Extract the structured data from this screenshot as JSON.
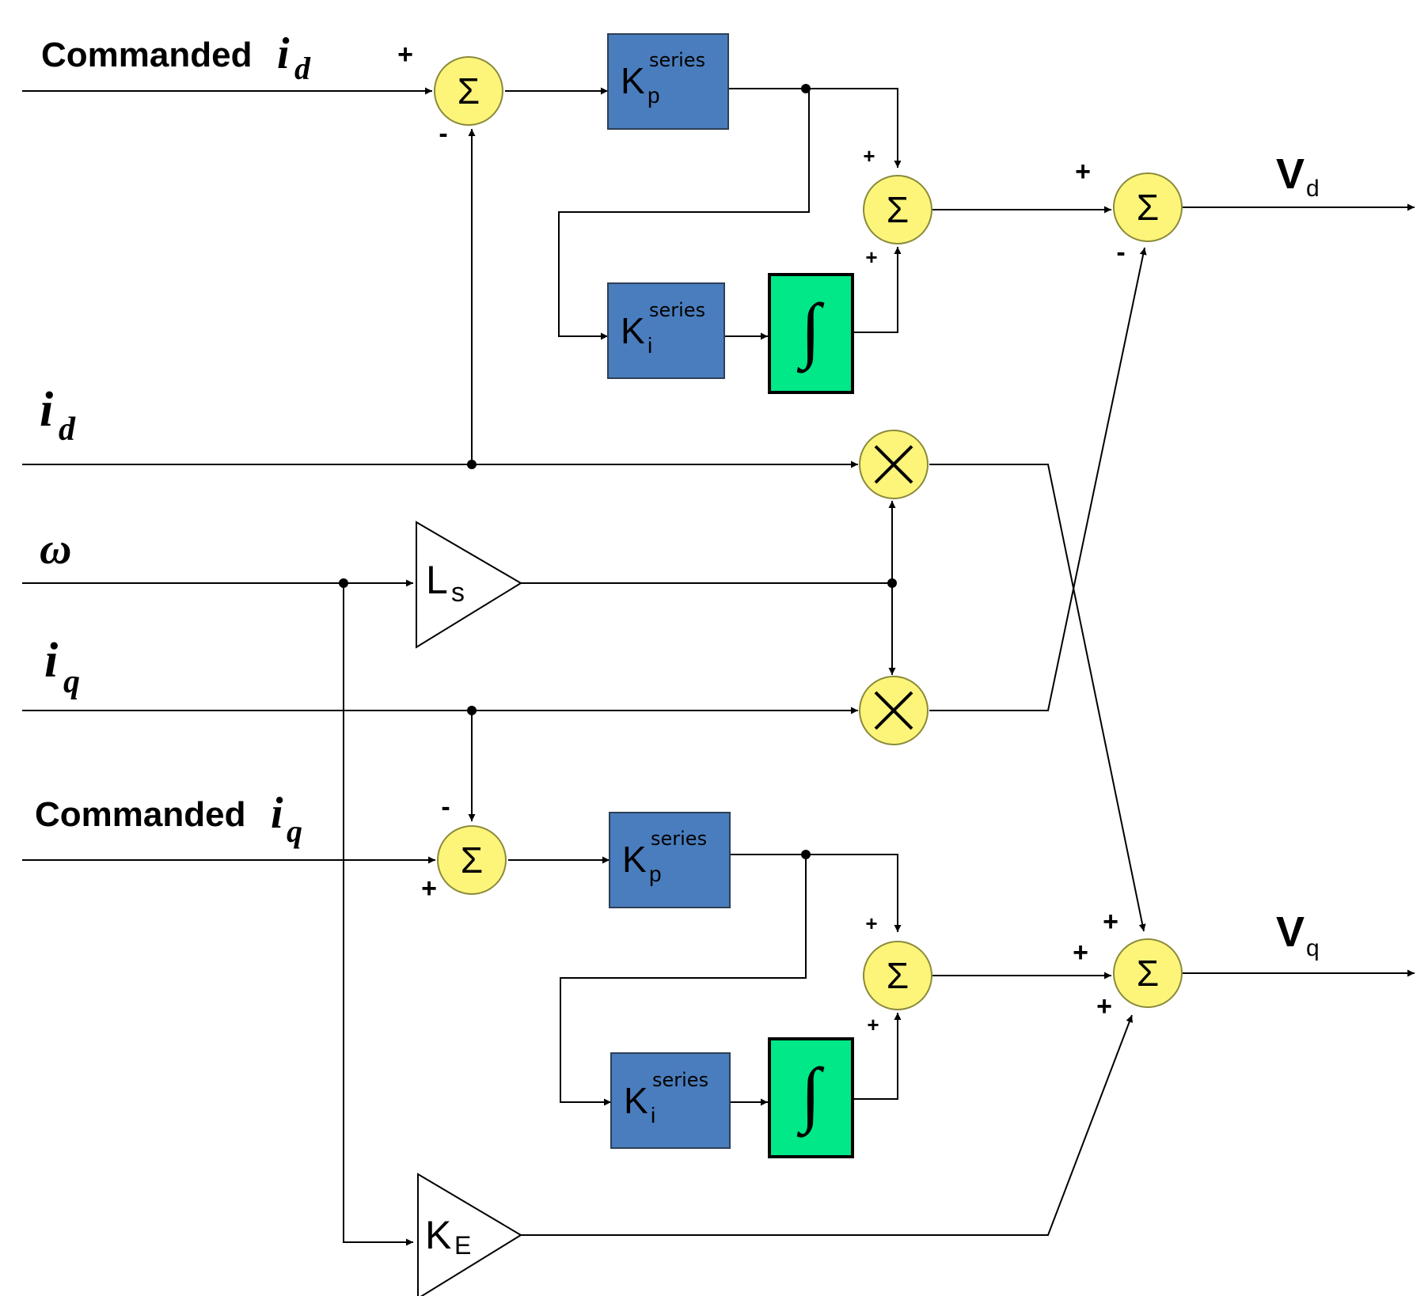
{
  "inputs": {
    "commanded_id": {
      "prefix": "Commanded",
      "symbol": "i",
      "sub": "d"
    },
    "id": {
      "symbol": "i",
      "sub": "d"
    },
    "omega": {
      "symbol": "ω"
    },
    "iq": {
      "symbol": "i",
      "sub": "q"
    },
    "commanded_iq": {
      "prefix": "Commanded",
      "symbol": "i",
      "sub": "q"
    }
  },
  "outputs": {
    "vd": {
      "main": "V",
      "sub": "d"
    },
    "vq": {
      "main": "V",
      "sub": "q"
    }
  },
  "blocks": {
    "kp_d": {
      "main": "K",
      "sub": "p",
      "sup": "series"
    },
    "ki_d": {
      "main": "K",
      "sub": "i",
      "sup": "series"
    },
    "kp_q": {
      "main": "K",
      "sub": "p",
      "sup": "series"
    },
    "ki_q": {
      "main": "K",
      "sub": "i",
      "sup": "series"
    },
    "ls": {
      "main": "L",
      "sub": "s"
    },
    "ke": {
      "main": "K",
      "sub": "E"
    },
    "integrator_symbol": "∫",
    "sum_symbol": "Σ",
    "multiply_symbol": "×"
  },
  "signs": {
    "sum_err_d": {
      "top": "+",
      "bottom": "-"
    },
    "sum_pi_d": {
      "top": "+",
      "bottom": "+"
    },
    "sum_out_d": {
      "top": "+",
      "bottom": "-"
    },
    "sum_err_q": {
      "top": "-",
      "bottom": "+"
    },
    "sum_pi_q": {
      "top": "+",
      "bottom": "+"
    },
    "sum_out_q": {
      "top": "+",
      "left": "+",
      "bottom": "+"
    }
  },
  "colors": {
    "sum_fill": "#fdf57a",
    "sum_stroke": "#8a8a3a",
    "gain_block": "#4a7dbd",
    "integrator": "#00e887",
    "wire": "#000000"
  }
}
